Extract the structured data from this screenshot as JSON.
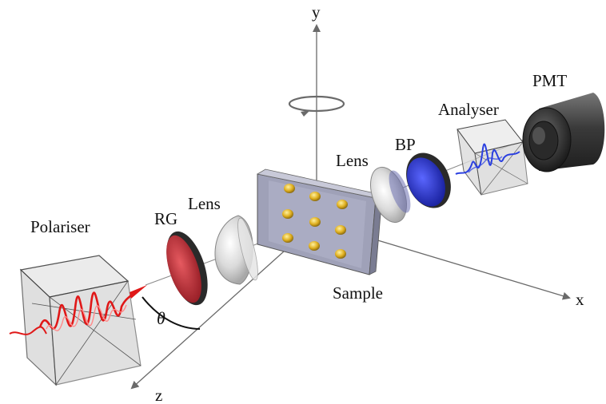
{
  "labels": {
    "y_axis": "y",
    "x_axis": "x",
    "z_axis": "z",
    "pmt": "PMT",
    "analyser": "Analyser",
    "bp": "BP",
    "lens_right": "Lens",
    "lens_left": "Lens",
    "rg": "RG",
    "polariser": "Polariser",
    "sample": "Sample",
    "theta": "θ"
  },
  "colors": {
    "laser": "#e01818",
    "rg_filter": "#c8333a",
    "bp_filter": "#2a36c8",
    "analyser_wave": "#2a3fe0",
    "nanostructure": "#e0b020",
    "pmt_body": "#3c3c3c"
  }
}
